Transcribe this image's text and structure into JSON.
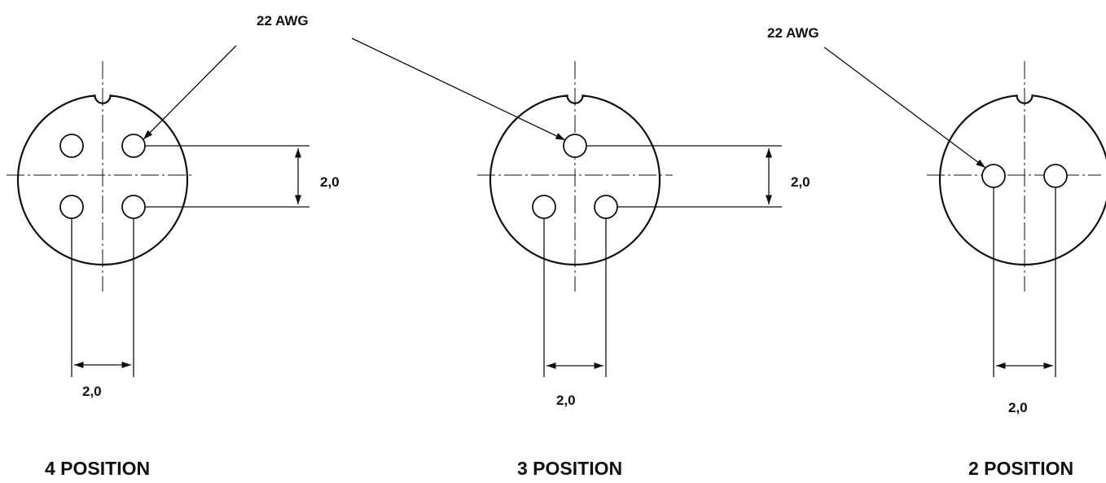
{
  "diagram": {
    "wire_label_left": "22 AWG",
    "wire_label_right": "22 AWG",
    "connectors": [
      {
        "key": "four",
        "position_label": "4 POSITION",
        "vertical_pitch": "2,0",
        "horizontal_pitch": "2,0"
      },
      {
        "key": "three",
        "position_label": "3 POSITION",
        "vertical_pitch": "2,0",
        "horizontal_pitch": "2,0"
      },
      {
        "key": "two",
        "position_label": "2 POSITION",
        "horizontal_pitch": "2,0"
      }
    ]
  }
}
